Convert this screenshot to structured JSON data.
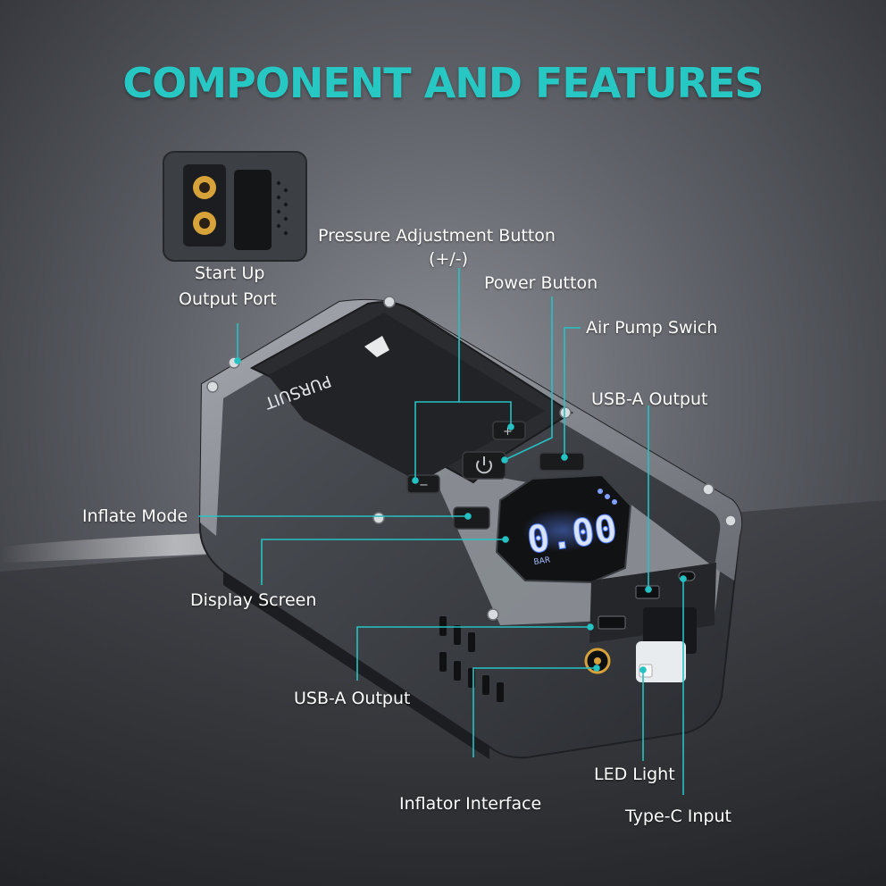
{
  "title": "COMPONENT AND FEATURES",
  "brand": "PURSUIT",
  "display_unit": "BAR",
  "colors": {
    "accent": "#25c2c3",
    "title": "#27c8c4",
    "screen_glow": "#3f6dff"
  },
  "icons": [
    "logo-icon",
    "power-icon",
    "plus-icon",
    "minus-icon",
    "jump-port-icon",
    "usb-port-icon",
    "type-c-port-icon",
    "dc-port-icon",
    "led-light-icon"
  ],
  "callouts": {
    "startup_line1": "Start Up",
    "startup_line2": "Output Port",
    "pressure_line1": "Pressure Adjustment Button",
    "pressure_line2": "(+/-)",
    "power": "Power Button",
    "air_pump": "Air Pump Swich",
    "usb_a_top": "USB-A Output",
    "inflate_mode": "Inflate Mode",
    "display_screen": "Display Screen",
    "usb_a_bottom": "USB-A Output",
    "led_light": "LED Light",
    "inflator_interface": "Inflator Interface",
    "type_c": "Type-C Input"
  }
}
